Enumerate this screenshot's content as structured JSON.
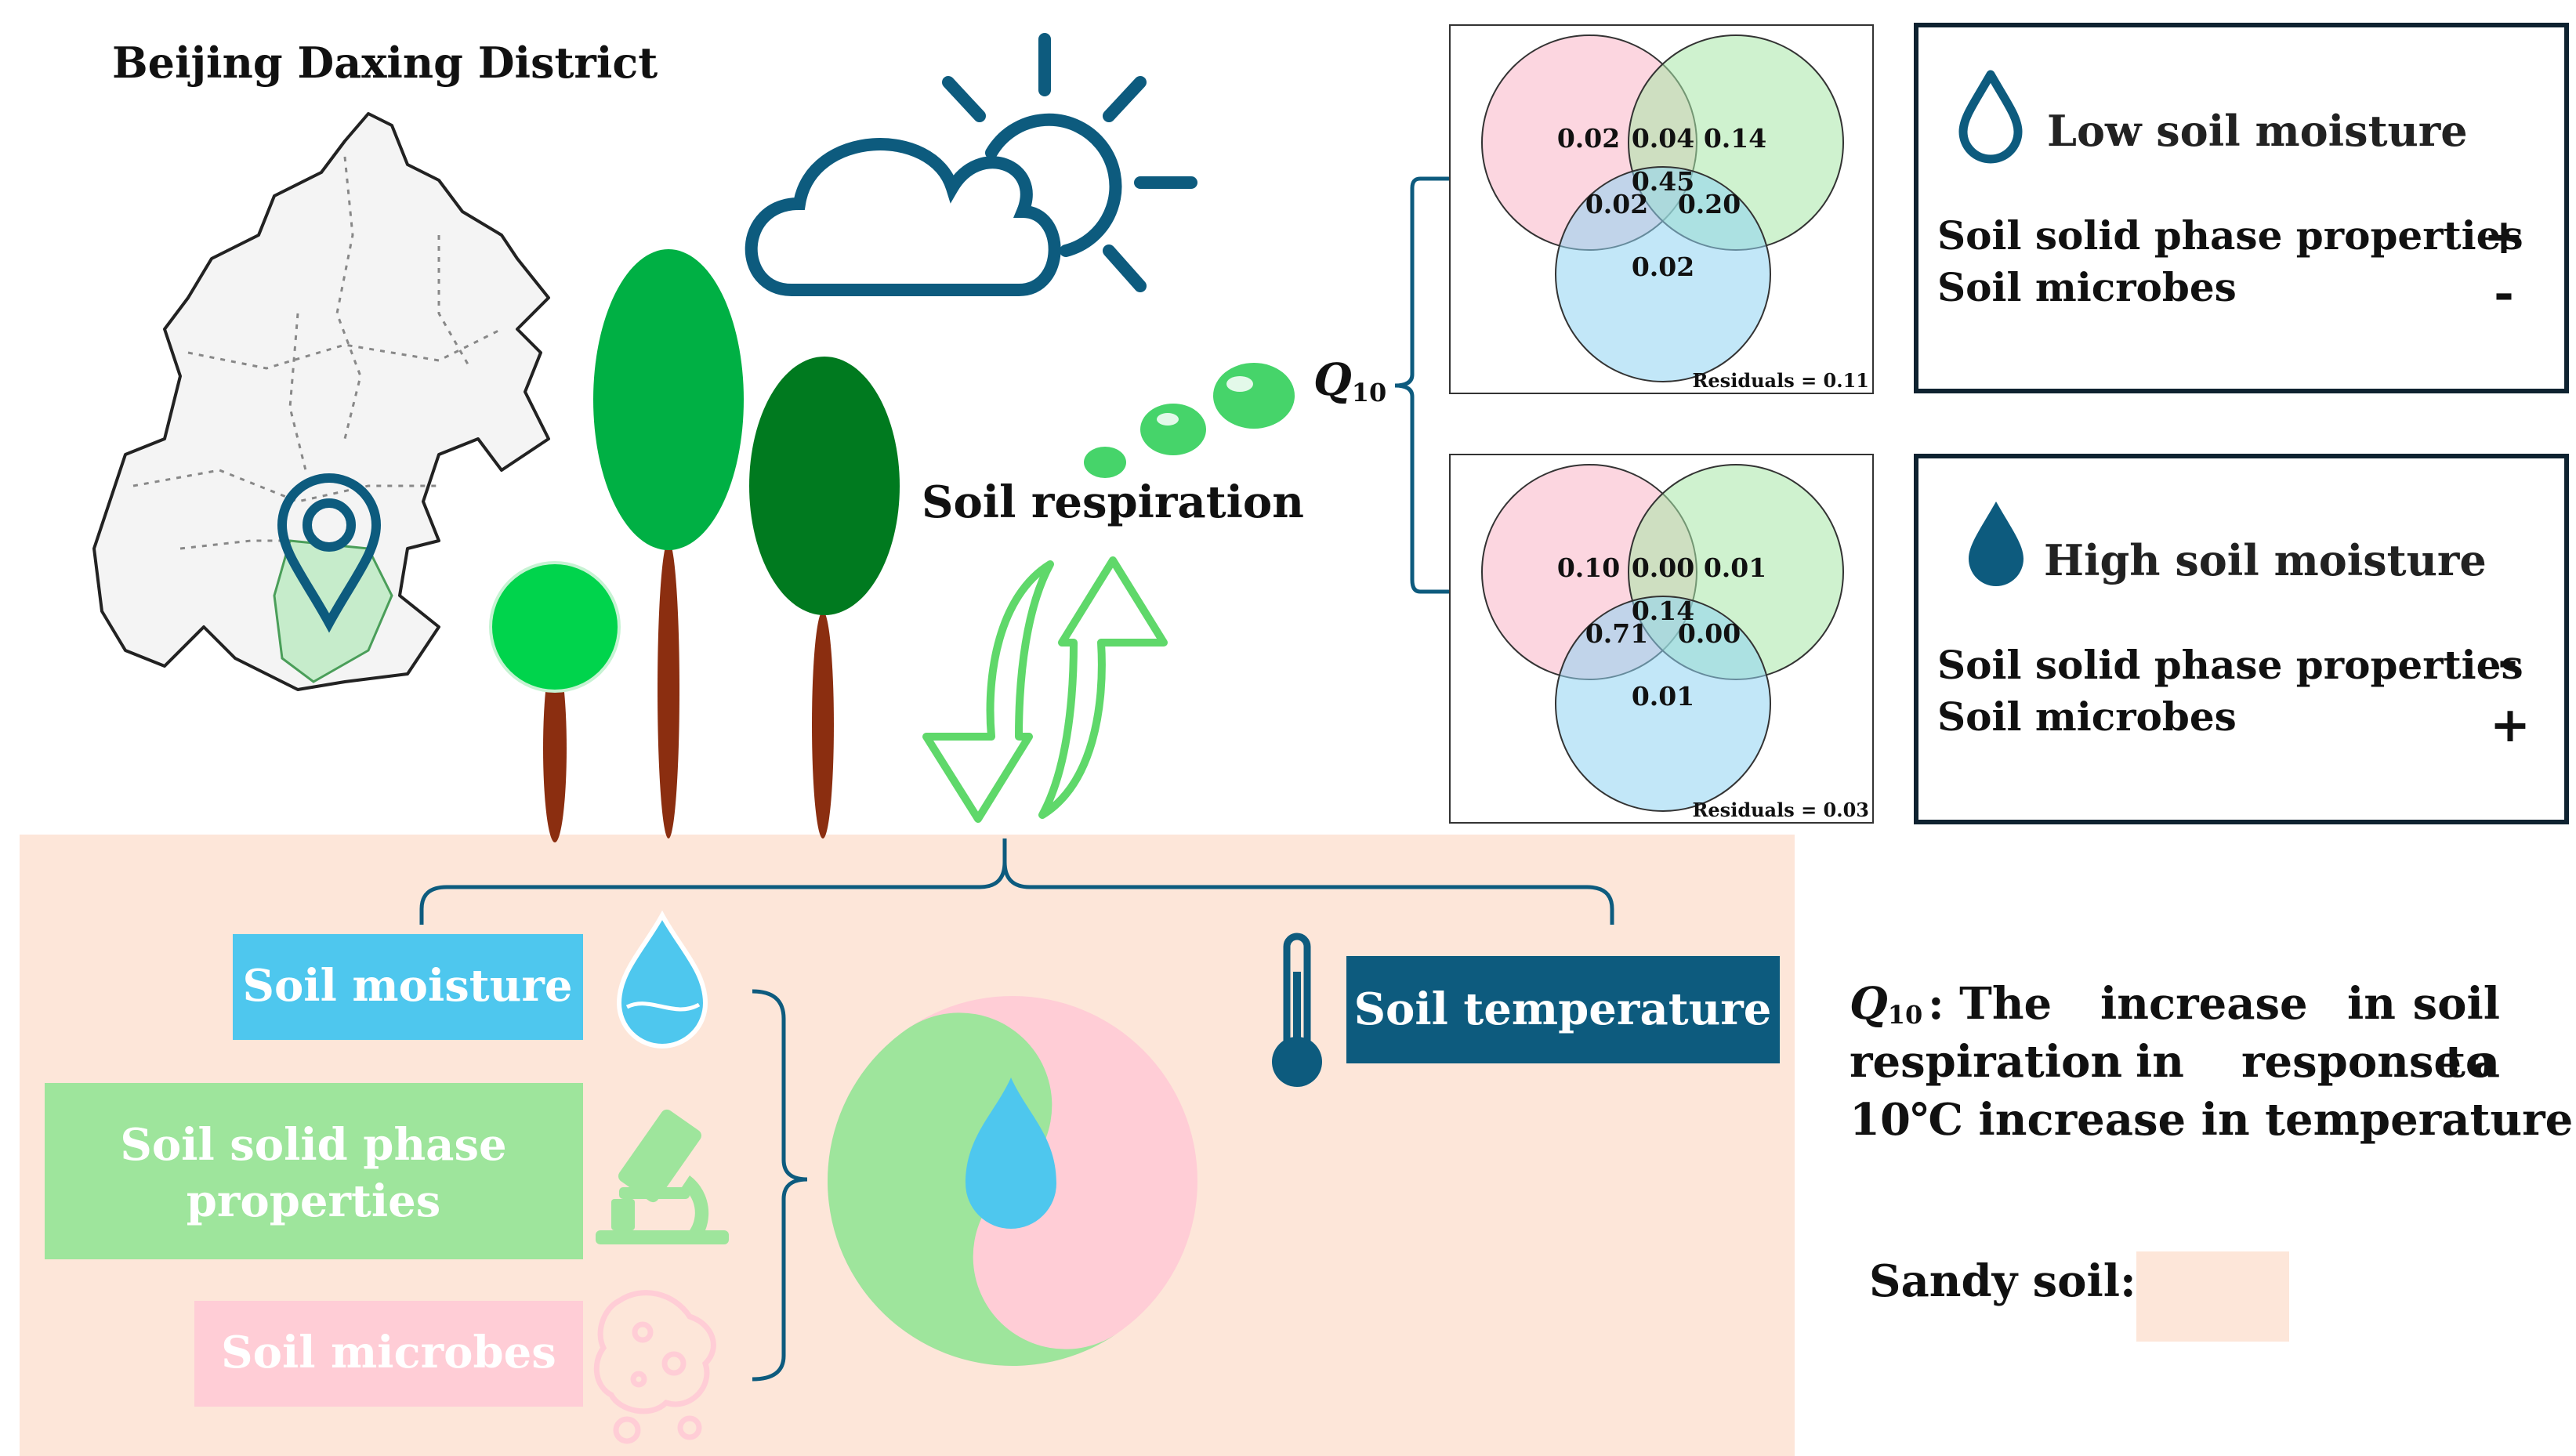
{
  "map": {
    "title": "Beijing Daxing District"
  },
  "respiration": {
    "label": "Soil respiration"
  },
  "q10": {
    "letter": "Q",
    "subscript": "10"
  },
  "venn_low": {
    "values": {
      "a": "0.02",
      "ab": "0.04",
      "b": "0.14",
      "abc": "0.45",
      "ac": "0.02",
      "bc": "0.20",
      "c": "0.02"
    },
    "residuals": "Residuals = 0.11"
  },
  "venn_high": {
    "values": {
      "a": "0.10",
      "ab": "0.00",
      "b": "0.01",
      "abc": "0.14",
      "ac": "0.71",
      "bc": "0.00",
      "c": "0.01"
    },
    "residuals": "Residuals = 0.03"
  },
  "panel_low": {
    "title": "Low soil moisture",
    "rows": [
      {
        "label": "Soil solid phase properties",
        "sign": "+"
      },
      {
        "label": "Soil microbes",
        "sign": "-"
      }
    ]
  },
  "panel_high": {
    "title": "High soil moisture",
    "rows": [
      {
        "label": "Soil solid phase properties",
        "sign": "-"
      },
      {
        "label": "Soil microbes",
        "sign": "+"
      }
    ]
  },
  "factors": {
    "moisture": "Soil moisture",
    "solid_line1": "Soil solid phase",
    "solid_line2": "properties",
    "microbes": "Soil microbes",
    "temperature": "Soil temperature"
  },
  "definition": {
    "term": "Q",
    "term_sub": "10",
    "line1_words": [
      ": The",
      "increase",
      "in",
      "soil"
    ],
    "line2_words": [
      "respiration",
      "in",
      "response",
      "to",
      "a"
    ],
    "line3": "10℃ increase in temperature"
  },
  "legend": {
    "label": "Sandy soil:",
    "swatch_color": "#fde6d9"
  },
  "colors": {
    "navy": "#0d5b7e",
    "sky": "#4ec7ee",
    "green_light": "#9ee59c",
    "pink": "#ffcdd6",
    "sand": "#fde6d9"
  }
}
